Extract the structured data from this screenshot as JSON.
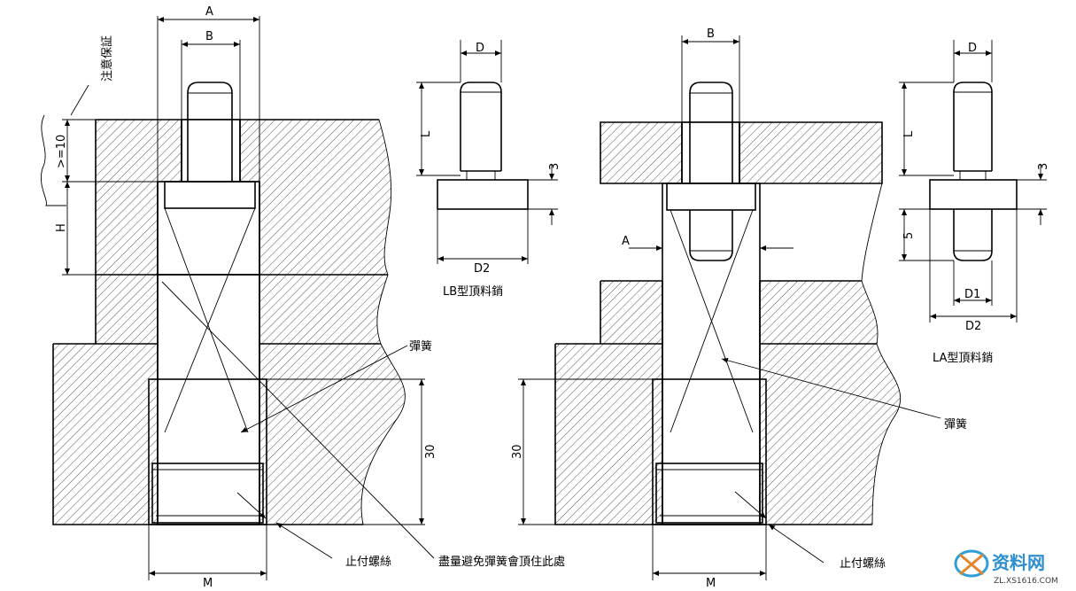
{
  "left_view": {
    "dim_A": "A",
    "dim_B": "B",
    "dim_ge10": ">=10",
    "dim_H": "H",
    "dim_30": "30",
    "dim_M": "M",
    "note_vertical": "注意保証",
    "label_spring": "彈簧",
    "label_stop_screw": "止付螺絲",
    "label_avoid": "盡量避免彈簧會頂住此處"
  },
  "lb_pin": {
    "dim_D": "D",
    "dim_L": "L",
    "dim_3": "3",
    "dim_D2": "D2",
    "title": "LB型頂料銷"
  },
  "right_view": {
    "dim_B": "B",
    "dim_A": "A",
    "dim_30": "30",
    "dim_M": "M",
    "label_spring": "彈簧",
    "label_stop_screw": "止付螺絲"
  },
  "la_pin": {
    "dim_D": "D",
    "dim_L": "L",
    "dim_3": "3",
    "dim_5": "5",
    "dim_D1": "D1",
    "dim_D2": "D2",
    "title": "LA型頂料銷"
  },
  "watermark": {
    "text": "资料网",
    "url": "ZL.XS1616.COM"
  }
}
